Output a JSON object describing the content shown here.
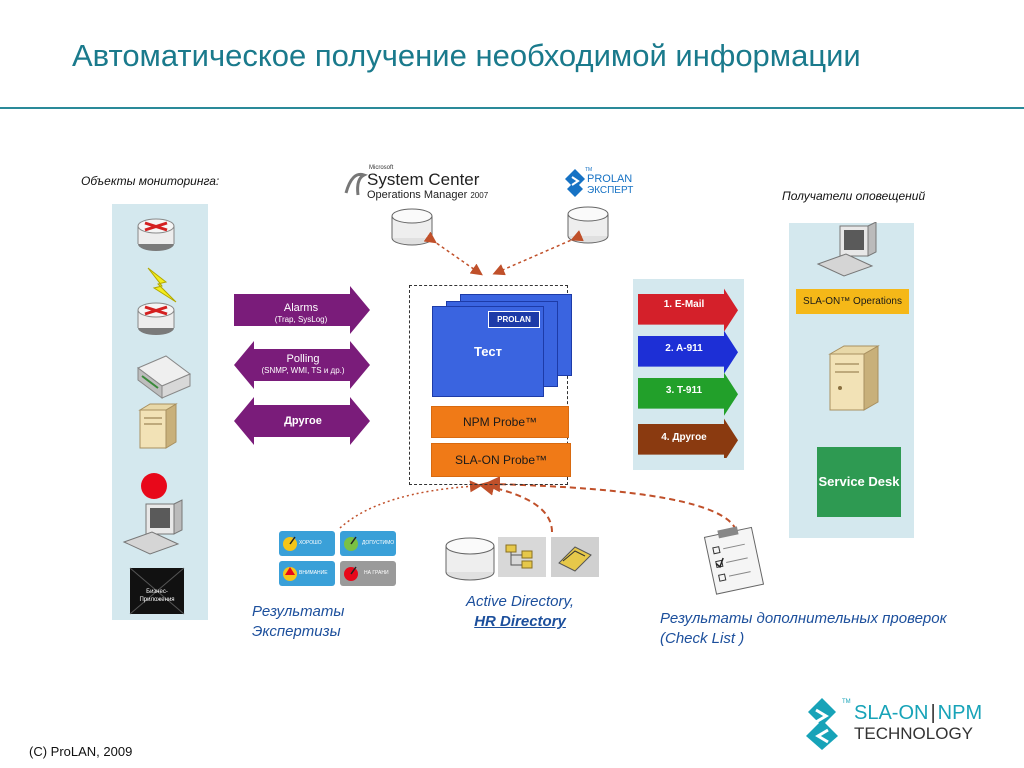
{
  "title": "Автоматическое получение необходимой информации",
  "monitoring_label": "Объекты мониторинга:",
  "recipients_label": "Получатели оповещений",
  "scom": {
    "microsoft": "Microsoft",
    "line1": "System Center",
    "line2": "Operations Manager",
    "year": "2007"
  },
  "prolan_expert": {
    "line1": "PROLAN",
    "line2": "ЭКСПЕРТ",
    "tm": "TM"
  },
  "business_apps": "Бизнес-Приложения",
  "inputs": [
    {
      "label": "Alarms",
      "sub": "(Trap, SysLog)"
    },
    {
      "label": "Polling",
      "sub": "(SNMP, WMI, TS и др.)"
    },
    {
      "label": "Другое",
      "sub": ""
    }
  ],
  "core": {
    "badge": "PROLAN",
    "test": "Тест",
    "npm_probe": "NPM Probe™",
    "sla_probe": "SLA-ON Probe™"
  },
  "notifications": [
    {
      "label": "1. E-Mail",
      "color": "#d4202a"
    },
    {
      "label": "2. A-911",
      "color": "#1d2fd6"
    },
    {
      "label": "3. T-911",
      "color": "#22a02a"
    },
    {
      "label": "4. Другое",
      "color": "#8a3a10"
    }
  ],
  "sla_ops": "SLA-ON™ Operations",
  "service_desk": "Service Desk",
  "expertise": {
    "gauges": [
      "ХОРОШО",
      "ДОПУСТИМО",
      "ВНИМАНИЕ",
      "НА ГРАНИ"
    ],
    "caption1": "Результаты",
    "caption2": "Экспертизы"
  },
  "ad": {
    "caption1": "Active Directory,",
    "caption2": "HR Directory"
  },
  "checklist": {
    "caption1": "Результаты дополнительных проверок",
    "caption2": "(Check List )"
  },
  "footer": {
    "copyright": "(C) ProLAN, 2009",
    "logo_top_left": "SLA-ON",
    "logo_top_right": "NPM",
    "logo_bottom": "TECHNOLOGY",
    "logo_tm": "TM"
  },
  "colors": {
    "title": "#1a7a8c",
    "panel": "#d4e8ee",
    "purple": "#7a1c7a",
    "orange": "#f07a17",
    "service_desk": "#2e9a52",
    "sla_ops": "#f5b818",
    "caption": "#1c4f9c",
    "connector": "#c0502a"
  }
}
